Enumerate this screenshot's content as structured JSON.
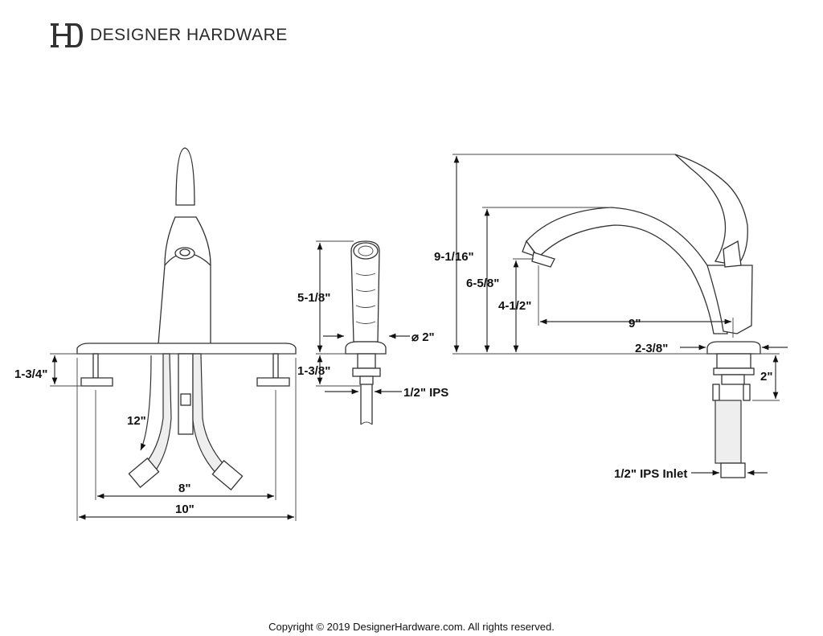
{
  "header": {
    "brand": "DESIGNER HARDWARE",
    "logo_icon": "dh-monogram-icon"
  },
  "dimensions": {
    "front": {
      "deck_height": "1-3/4\"",
      "hose_length": "12\"",
      "spread": "8\"",
      "plate_width": "10\""
    },
    "sprayer": {
      "height": "5-1/8\"",
      "diameter": "⌀ 2\"",
      "base_height": "1-3/8\"",
      "inlet": "1/2\" IPS"
    },
    "side": {
      "overall_height": "9-1/16\"",
      "spout_height": "6-5/8\"",
      "aerator_height": "4-1/2\"",
      "reach": "9\"",
      "base_diameter": "2-3/8\"",
      "shank": "2\"",
      "inlet": "1/2\" IPS Inlet"
    }
  },
  "footer": {
    "copyright": "Copyright © 2019 DesignerHardware.com. All rights reserved."
  }
}
